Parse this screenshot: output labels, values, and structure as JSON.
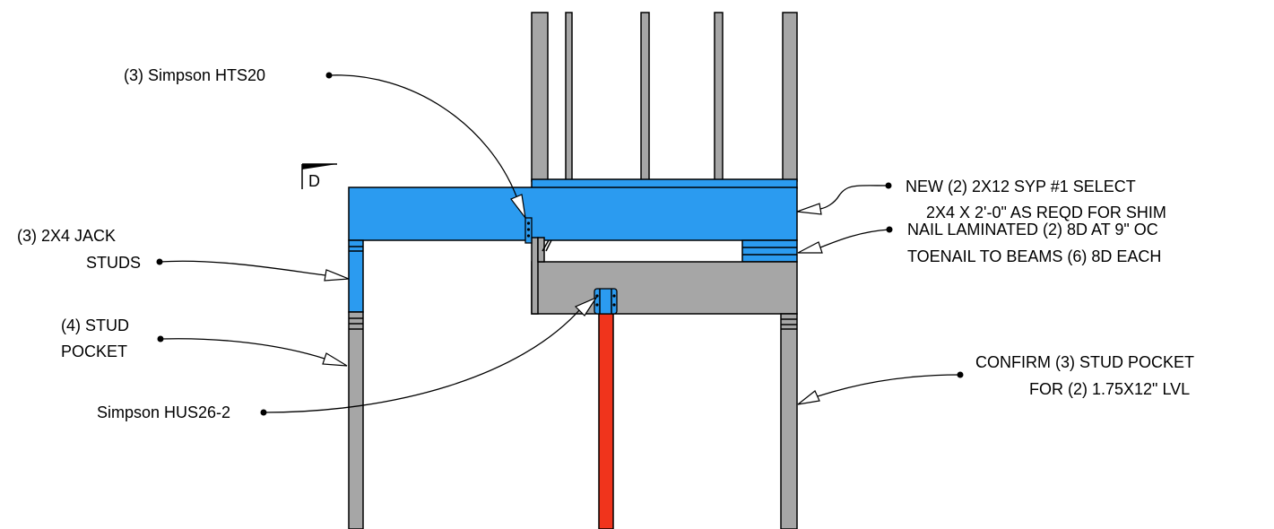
{
  "colors": {
    "lumber_gray": "#a6a6a6",
    "beam_blue": "#2b9bf0",
    "post_red": "#f0341c",
    "background": "#ffffff",
    "ink": "#000000"
  },
  "section_marker": {
    "letter": "D"
  },
  "callouts": {
    "hts20": {
      "line1": "(3) Simpson HTS20"
    },
    "jack": {
      "line1": "(3) 2X4 JACK",
      "line2": "STUDS"
    },
    "pocket4": {
      "line1": "(4) STUD",
      "line2": "POCKET"
    },
    "hus26": {
      "line1": "Simpson HUS26-2"
    },
    "beam": {
      "line1": "NEW (2) 2X12 SYP #1 SELECT",
      "line2": "2X4 X 2'-0\" AS REQD FOR SHIM"
    },
    "nail": {
      "line1": "NAIL LAMINATED (2) 8D AT 9\" OC",
      "line2": "TOENAIL TO BEAMS (6) 8D EACH"
    },
    "confirm": {
      "line1": "CONFIRM (3) STUD POCKET",
      "line2": "FOR (2) 1.75X12\" LVL"
    }
  }
}
